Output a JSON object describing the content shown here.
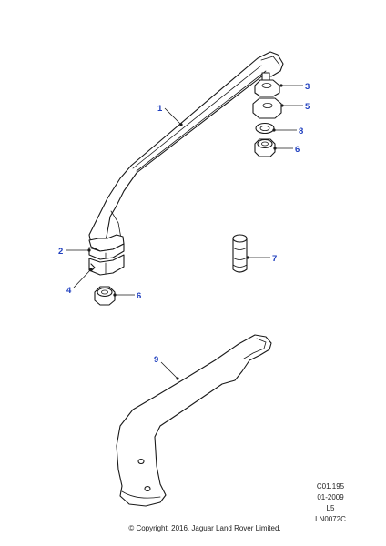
{
  "diagram": {
    "callouts": {
      "c1": "1",
      "c2": "2",
      "c3": "3",
      "c4": "4",
      "c5": "5",
      "c6a": "6",
      "c6b": "6",
      "c7": "7",
      "c8": "8",
      "c9": "9"
    },
    "meta": {
      "ref": "C01.195",
      "date": "01-2009",
      "level": "L5",
      "code": "LN0072C"
    },
    "copyright": "© Copyright, 2016. Jaguar Land Rover Limited.",
    "colors": {
      "callout": "#1f3fbf",
      "line": "#1a1a1a"
    }
  }
}
